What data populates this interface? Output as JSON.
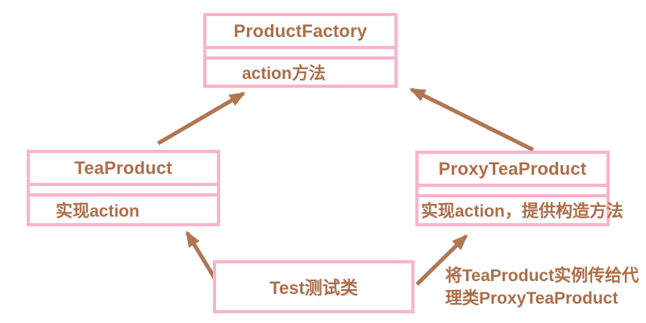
{
  "diagram": {
    "type": "uml-class-diagram",
    "colors": {
      "box_border": "#f9b4cb",
      "text": "#ab6e4a",
      "arrow": "#b07652",
      "background": "#ffffff"
    },
    "boxes": {
      "product_factory": {
        "title": "ProductFactory",
        "method": "action方法"
      },
      "tea_product": {
        "title": "TeaProduct",
        "method": "实现action"
      },
      "proxy_tea_product": {
        "title": "ProxyTeaProduct",
        "method": "实现action，提供构造方法"
      },
      "test": {
        "title": "Test测试类"
      }
    },
    "annotation": {
      "line1": "将TeaProduct实例传给代",
      "line2": "理类ProxyTeaProduct"
    },
    "arrows": [
      {
        "from": "tea_product",
        "to": "product_factory"
      },
      {
        "from": "proxy_tea_product",
        "to": "product_factory"
      },
      {
        "from": "test",
        "to": "tea_product"
      },
      {
        "from": "test",
        "to": "proxy_tea_product"
      }
    ]
  }
}
